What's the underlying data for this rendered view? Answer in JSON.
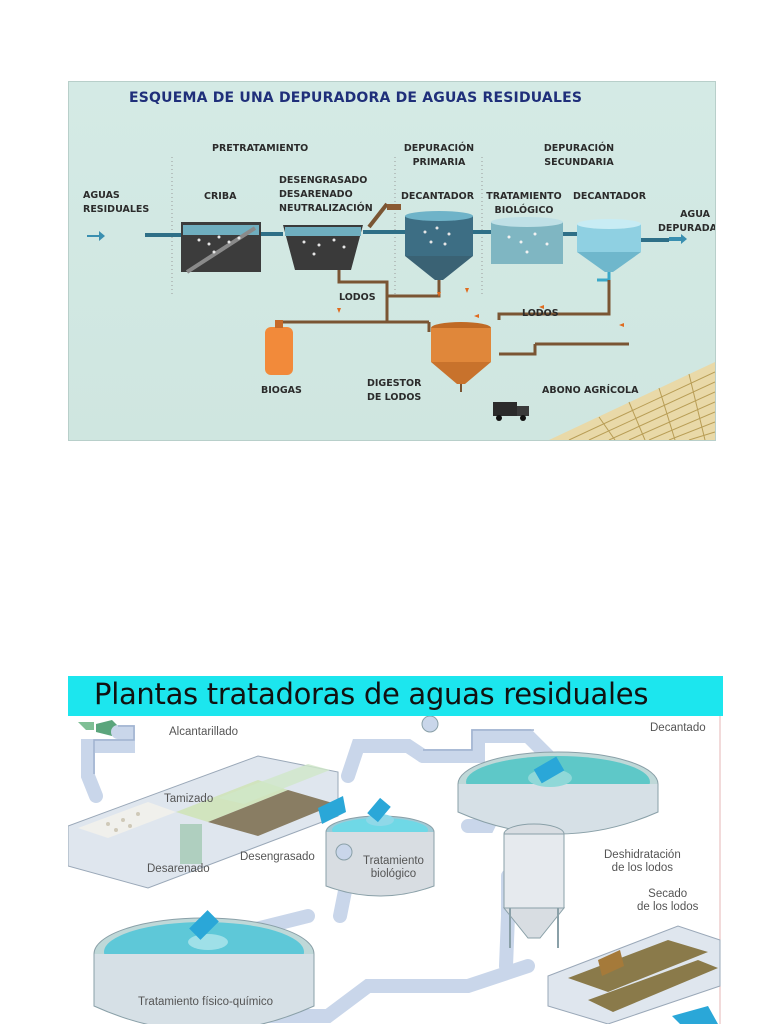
{
  "figure1": {
    "title": "ESQUEMA DE UNA DEPURADORA DE AGUAS RESIDUALES",
    "sections": {
      "pretratamiento": "PRETRATAMIENTO",
      "primaria_1": "DEPURACIÓN",
      "primaria_2": "PRIMARIA",
      "secundaria_1": "DEPURACIÓN",
      "secundaria_2": "SECUNDARIA"
    },
    "labels": {
      "aguas_1": "AGUAS",
      "aguas_2": "RESIDUALES",
      "criba": "CRIBA",
      "desengrasado": "DESENGRASADO",
      "desarenado": "DESARENADO",
      "neutralizacion": "NEUTRALIZACIÓN",
      "decantador_1": "DECANTADOR",
      "tratamiento": "TRATAMIENTO",
      "biologico": "BIOLÓGICO",
      "decantador_2": "DECANTADOR",
      "agua": "AGUA",
      "depurada": "DEPURADA",
      "lodos_1": "LODOS",
      "lodos_2": "LODOS",
      "biogas": "BIOGAS",
      "digestor": "DIGESTOR",
      "de_lodos": "DE LODOS",
      "abono": "ABONO AGRÍCOLA"
    },
    "colors": {
      "title": "#1f2f7a",
      "water": "#6fb3c8",
      "sludge": "#8a5a33",
      "digestor": "#e0873a"
    }
  },
  "figure2": {
    "title": "Plantas tratadoras de aguas residuales",
    "labels": {
      "alcantarillado": "Alcantarillado",
      "decantado": "Decantado",
      "tamizado": "Tamizado",
      "desarenado": "Desarenado",
      "desengrasado": "Desengrasado",
      "tratamiento_1": "Tratamiento",
      "tratamiento_2": "biológico",
      "deshidratacion_1": "Deshidratación",
      "deshidratacion_2": "de los lodos",
      "secado_1": "Secado",
      "secado_2": "de los lodos",
      "fisico_quimico": "Tratamiento físico-químico"
    },
    "colors": {
      "banner": "#1ce6ee",
      "water": "#6fd8e6",
      "pipe": "#c9d6ea",
      "valve": "#2aa7d8"
    }
  }
}
